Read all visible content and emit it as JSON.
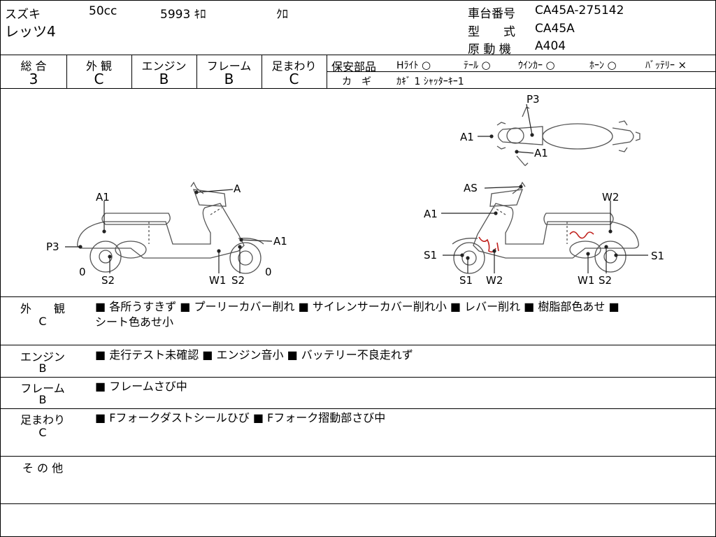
{
  "header": {
    "maker": "スズキ",
    "displacement": "50cc",
    "mileage": "5993",
    "mileage_unit": "ｷﾛ",
    "color": "ｸﾛ",
    "model_name": "レッツ4",
    "frame_no_label": "車台番号",
    "frame_no": "CA45A-275142",
    "type_label": "型　　式",
    "type_value": "CA45A",
    "engine_label": "原 動 機",
    "engine_value": "A404"
  },
  "grades": [
    {
      "label": "総 合",
      "value": "3"
    },
    {
      "label": "外 観",
      "value": "C"
    },
    {
      "label": "エンジン",
      "value": "B"
    },
    {
      "label": "フレーム",
      "value": "B"
    },
    {
      "label": "足まわり",
      "value": "C"
    }
  ],
  "safety": {
    "label": "保安部品",
    "items": [
      {
        "name": "Hﾗｲﾄ",
        "mark": "○"
      },
      {
        "name": "ﾃｰﾙ",
        "mark": "○"
      },
      {
        "name": "ｳｲﾝｶｰ",
        "mark": "○"
      },
      {
        "name": "ﾎｰﾝ",
        "mark": "○"
      },
      {
        "name": "ﾊﾞｯﾃﾘｰ",
        "mark": "×"
      }
    ],
    "key_label": "カ　ギ",
    "key_value": "ｶｷﾞ 1 ｼｬｯﾀｰｷｰ1"
  },
  "diagram": {
    "top": {
      "p3": "P3",
      "a1_left": "A1",
      "a1_right": "A1"
    },
    "left": {
      "a_top": "A",
      "a1_seat": "A1",
      "p3": "P3",
      "a1_front": "A1",
      "zero_left": "0",
      "s2_rear": "S2",
      "w1": "W1",
      "s2_front": "S2",
      "zero_right": "0"
    },
    "right": {
      "as": "AS",
      "w2_seat": "W2",
      "a1": "A1",
      "s1_front": "S1",
      "s1_bottom": "S1",
      "w2_bottom": "W2",
      "w1": "W1",
      "s2": "S2",
      "s1_rear": "S1"
    }
  },
  "notes": [
    {
      "head": "外　　観",
      "grade": "C",
      "text": "■ 各所うすきず ■ プーリーカバー削れ ■ サイレンサーカバー削れ小 ■ レバー削れ ■ 樹脂部色あせ ■",
      "text2": "シート色あせ小"
    },
    {
      "head": "エンジン",
      "grade": "B",
      "text": "■ 走行テスト未確認 ■ エンジン音小 ■ バッテリー不良走れず"
    },
    {
      "head": "フレーム",
      "grade": "B",
      "text": "■ フレームさび中"
    },
    {
      "head": "足まわり",
      "grade": "C",
      "text": "■ Fフォークダストシールひび ■ Fフォーク摺動部さび中"
    },
    {
      "head": "そ の 他",
      "grade": "",
      "text": ""
    }
  ]
}
